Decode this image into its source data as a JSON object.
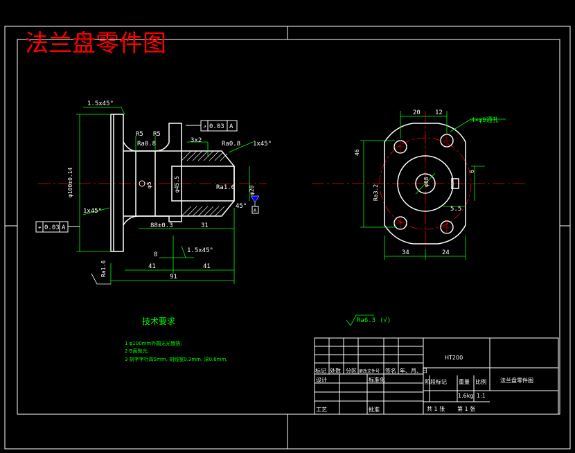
{
  "header": {
    "title": "法兰盘零件图"
  },
  "dimensions": {
    "chamfer_top": "1.5x45°",
    "chamfer_top_right": "1x45°",
    "chamfer_left": "1x45°",
    "chamfer_bottom": "1.5x45°",
    "chamfer_small": "45°",
    "dia100": "φ100±0.14",
    "dia20": "φ20",
    "dia45": "φ45.5",
    "dia5": "φ5",
    "r5a": "R5",
    "r5b": "R5",
    "ra08a": "Ra0.8",
    "ra08b": "Ra0.8",
    "ra16a": "Ra1.6",
    "ra16b": "Ra1.6",
    "ra32": "Ra3.2",
    "thread": "3x2",
    "len88": "88±0.3",
    "len31": "31",
    "len8": "8",
    "len41a": "41",
    "len41b": "41",
    "len91": "91",
    "tol_left": "0.03",
    "tol_left_datum": "A",
    "tol_top": "0.03",
    "tol_top_datum": "A",
    "datum_a": "A",
    "holes_note": "4×φ9通孔",
    "dim20": "20",
    "dim12": "12",
    "dim46": "46",
    "dim34": "34",
    "dim24": "24",
    "dim68": "φ68",
    "dim6": "6",
    "dim55": "5.5",
    "general_roughness": "Ra6.3",
    "general_roughness_paren": "(√)"
  },
  "requirements": {
    "heading": "技术要求",
    "items": [
      "1 φ100mm外圆无光镀铬;",
      "2 B面抛光;",
      "3 刻字字行高5mm, 刻线宽0.3mm, 深0.6mm."
    ]
  },
  "title_block": {
    "material": "HT200",
    "part_name": "法兰盘零件图",
    "row_labels": [
      "标记",
      "处数",
      "分区",
      "更改文件号",
      "签名",
      "年、月、日"
    ],
    "design": "设计",
    "standard": "标准化",
    "stage_mark": "阶段标记",
    "weight": "重量",
    "scale": "比例",
    "weight_value": "1.6kg",
    "scale_value": "1:1",
    "process": "工艺",
    "approve": "批准",
    "sheets": "共 1 张",
    "sheet_no": "第 1 张"
  },
  "colors": {
    "background": "#000000",
    "line": "#ffffff",
    "dim": "#00ff00",
    "center": "#ff0000",
    "title": "#ff0000",
    "datum": "#0000ff",
    "text": "#ffff00"
  }
}
